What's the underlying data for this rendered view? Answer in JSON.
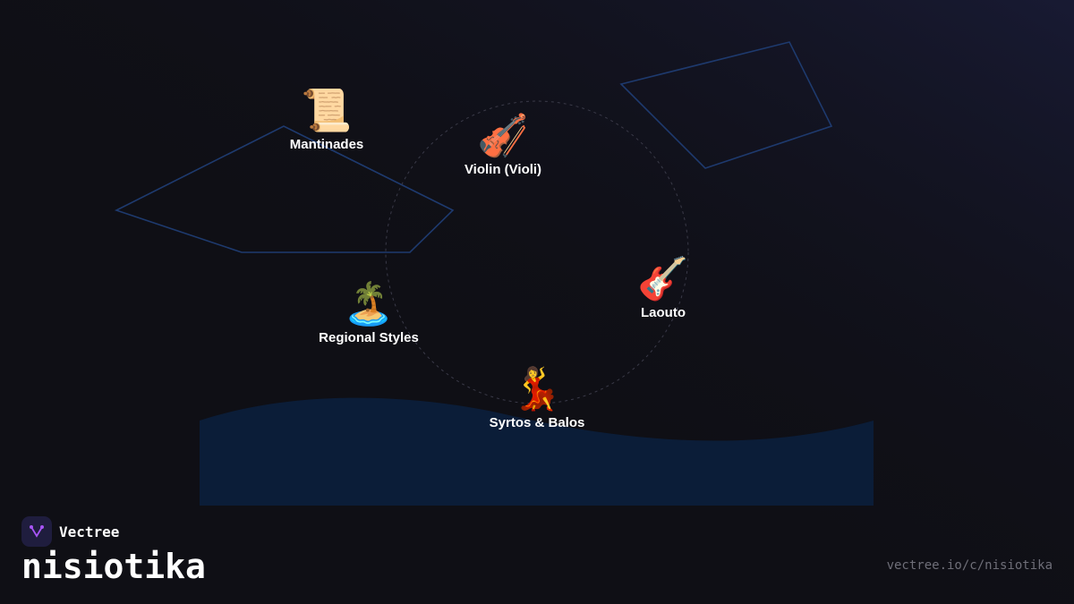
{
  "nodes": [
    {
      "label": "Mantinades",
      "emoji": "📜",
      "icon": "scroll-icon"
    },
    {
      "label": "Violin (Violi)",
      "emoji": "🎻",
      "icon": "violin-icon"
    },
    {
      "label": "Laouto",
      "emoji": "🎸",
      "icon": "guitar-icon"
    },
    {
      "label": "Regional Styles",
      "emoji": "🏝️",
      "icon": "island-icon"
    },
    {
      "label": "Syrtos & Balos",
      "emoji": "💃",
      "icon": "dancer-icon"
    }
  ],
  "brand": {
    "name": "Vectree"
  },
  "title": "nisiotika",
  "url": "vectree.io/c/nisiotika",
  "colors": {
    "background": "#0f0f15",
    "wave": "#0b1d38",
    "outline": "#1e3a6e",
    "logo_bg": "#1f1d3e",
    "logo_accent": "#a855f7"
  }
}
